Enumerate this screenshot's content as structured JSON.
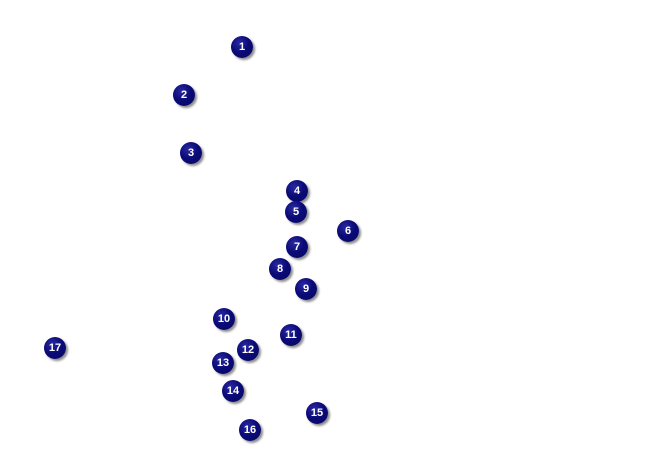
{
  "colors": {
    "background": "#ffffff",
    "marker_fill": "#0b0b78",
    "marker_text": "#ffffff"
  },
  "markers": [
    {
      "label": "1"
    },
    {
      "label": "2"
    },
    {
      "label": "3"
    },
    {
      "label": "4"
    },
    {
      "label": "5"
    },
    {
      "label": "6"
    },
    {
      "label": "7"
    },
    {
      "label": "8"
    },
    {
      "label": "9"
    },
    {
      "label": "10"
    },
    {
      "label": "11"
    },
    {
      "label": "12"
    },
    {
      "label": "13"
    },
    {
      "label": "14"
    },
    {
      "label": "15"
    },
    {
      "label": "16"
    },
    {
      "label": "17"
    }
  ]
}
